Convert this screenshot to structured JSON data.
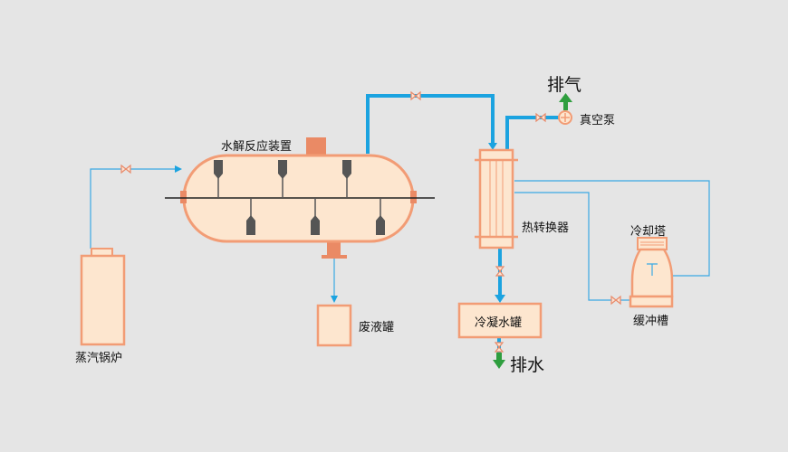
{
  "labels": {
    "reactor": "水解反应装置",
    "boiler": "蒸汽锅炉",
    "waste_tank": "废液罐",
    "heat_exchanger": "热转换器",
    "condensate_tank": "冷凝水罐",
    "vacuum_pump": "真空泵",
    "exhaust": "排气",
    "drain": "排水",
    "cooling_tower": "冷却塔",
    "buffer_tank": "缓冲槽"
  },
  "colors": {
    "background": "#e5e5e5",
    "equipment_fill": "#fde6cf",
    "equipment_stroke": "#f29c75",
    "flange": "#ea8a65",
    "main_pipe": "#1ba3e0",
    "thin_pipe": "#3aa9e4",
    "agitator": "#555555",
    "shaft": "#222222",
    "exhaust_arrow": "#2e9e3e",
    "valve": "#e88a6a"
  }
}
